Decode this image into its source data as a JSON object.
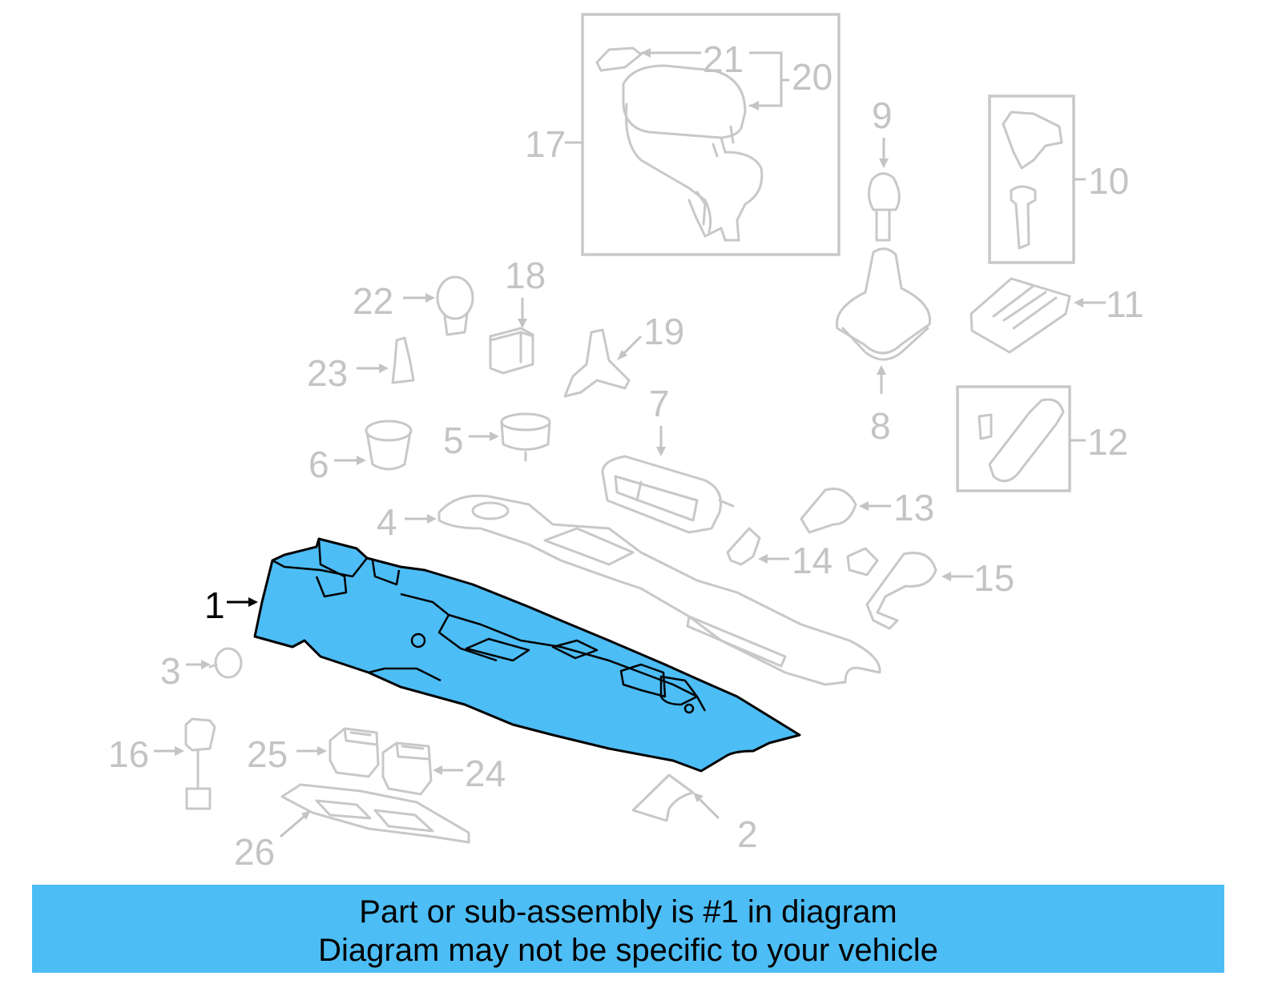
{
  "callouts": {
    "c1": "1",
    "c2": "2",
    "c3": "3",
    "c4": "4",
    "c5": "5",
    "c6": "6",
    "c7": "7",
    "c8": "8",
    "c9": "9",
    "c10": "10",
    "c11": "11",
    "c12": "12",
    "c13": "13",
    "c14": "14",
    "c15": "15",
    "c16": "16",
    "c17": "17",
    "c18": "18",
    "c19": "19",
    "c20": "20",
    "c21": "21",
    "c22": "22",
    "c23": "23",
    "c24": "24",
    "c25": "25",
    "c26": "26"
  },
  "highlighted_part": "1",
  "banner": {
    "line1": "Part or sub-assembly is #1 in diagram",
    "line2": "Diagram may not be specific to your vehicle"
  },
  "colors": {
    "highlight": "#4dbdf5",
    "ghost_parts": "#c8c8c8",
    "active_outline": "#000000"
  }
}
